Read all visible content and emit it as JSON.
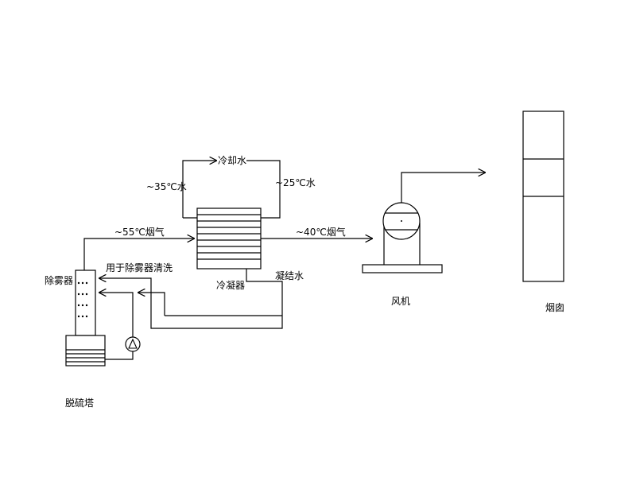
{
  "labels": {
    "cooling_water": "冷却水",
    "temp_35_water": "~35℃水",
    "temp_25_water": "~25℃水",
    "flue_gas_55": "~55℃烟气",
    "flue_gas_40": "~40℃烟气",
    "demister": "除雾器",
    "for_demister_cleaning": "用于除雾器清洗",
    "condensate_water": "凝结水",
    "condenser": "冷凝器",
    "fan": "风机",
    "chimney": "烟囱",
    "desulfurization_tower": "脱硫塔"
  }
}
